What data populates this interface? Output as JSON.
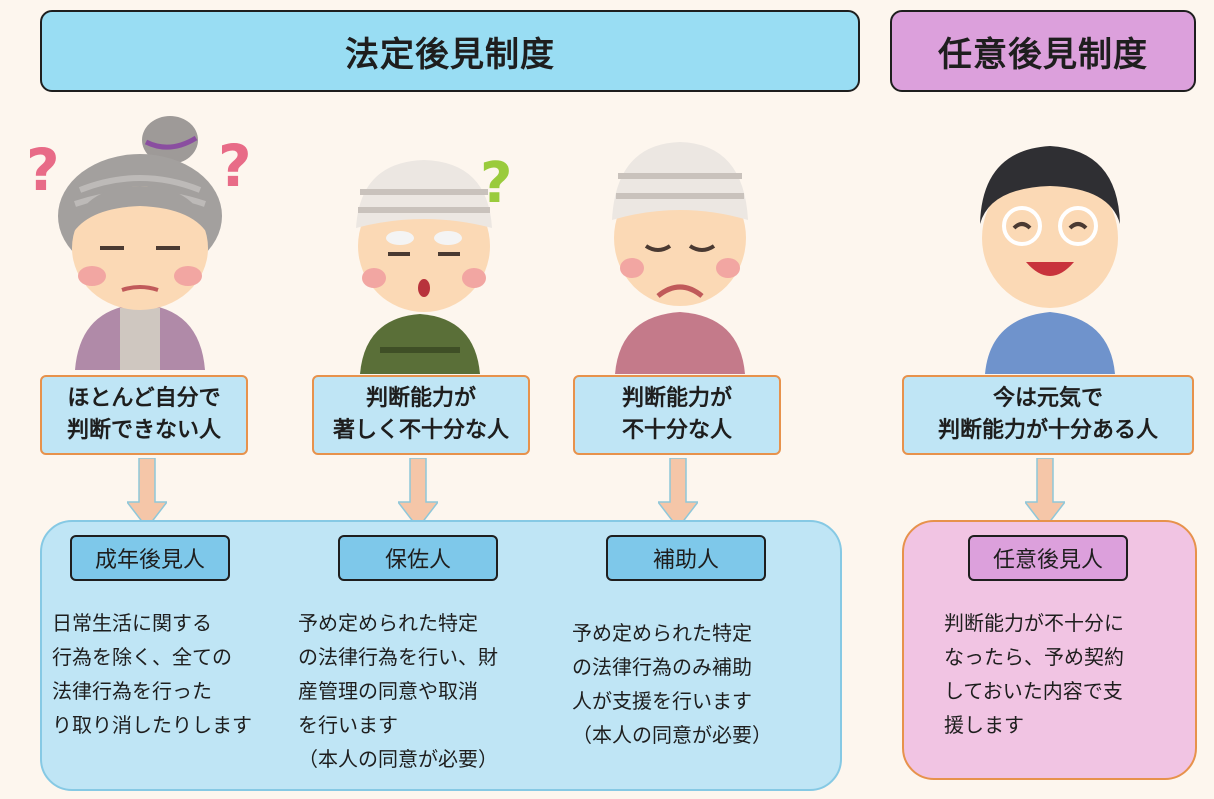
{
  "headers": {
    "legal": "法定後見制度",
    "voluntary": "任意後見制度"
  },
  "people": [
    {
      "label_lines": [
        "ほとんど自分で",
        "判断できない人"
      ],
      "role": "成年後見人",
      "desc_lines": [
        "日常生活に関する",
        "行為を除く、全ての",
        "法律行為を行った",
        "り取り消したりします"
      ]
    },
    {
      "label_lines": [
        "判断能力が",
        "著しく不十分な人"
      ],
      "role": "保佐人",
      "desc_lines": [
        "予め定められた特定",
        "の法律行為を行い、財",
        "産管理の同意や取消",
        "を行います",
        "（本人の同意が必要）"
      ]
    },
    {
      "label_lines": [
        "判断能力が",
        "不十分な人"
      ],
      "role": "補助人",
      "desc_lines": [
        "予め定められた特定",
        "の法律行為のみ補助",
        "人が支援を行います",
        "（本人の同意が必要）"
      ]
    },
    {
      "label_lines": [
        "今は元気で",
        "判断能力が十分ある人"
      ],
      "role": "任意後見人",
      "desc_lines": [
        "判断能力が不十分に",
        "なったら、予め契約",
        "しておいた内容で支",
        "援します"
      ]
    }
  ],
  "question_mark": "?",
  "colors": {
    "legal_header": "#99ddf3",
    "voluntary_header": "#dca0dc",
    "label_bg": "#bfe5f5",
    "label_border": "#e7924c",
    "arrow": "#f5c6a8",
    "legal_panel": "#bfe5f5",
    "voluntary_panel": "#f1c4e3",
    "question_pink": "#e86b87",
    "question_green": "#9acb3c"
  }
}
